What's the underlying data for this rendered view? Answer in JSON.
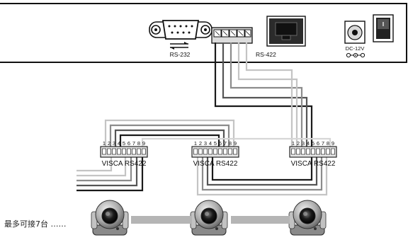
{
  "panel": {
    "rs232_label": "RS-232",
    "rs422_label": "RS-422",
    "dc_label": "DC-12V"
  },
  "visca_blocks": [
    {
      "label": "VISCA RS422",
      "pins": [
        "1",
        "2",
        "3",
        "4",
        "5",
        "6",
        "7",
        "8",
        "9"
      ]
    },
    {
      "label": "VISCA RS422",
      "pins": [
        "1",
        "2",
        "3",
        "4",
        "5",
        "6",
        "7",
        "8",
        "9"
      ]
    },
    {
      "label": "VISCA RS422",
      "pins": [
        "1",
        "2",
        "3",
        "4",
        "5",
        "6",
        "7",
        "8",
        "9"
      ]
    }
  ],
  "note": "最多可接7台 ……",
  "colors": {
    "wire_black": "#1a1a1a",
    "wire_dark": "#555555",
    "wire_gray": "#8c8c8c",
    "wire_light": "#c4c4c4",
    "link_bar": "#b5b5b5"
  }
}
